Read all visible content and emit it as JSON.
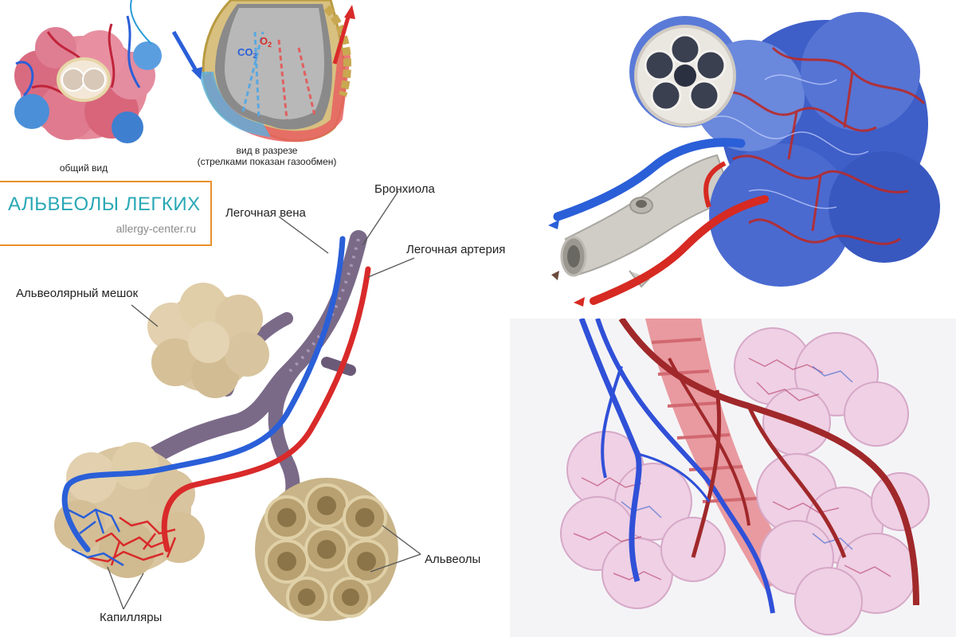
{
  "brand": {
    "title": "АЛЬВЕОЛЫ ЛЕГКИХ",
    "site": "allergy-center.ru",
    "accent_color": "#28a8b5",
    "frame_color": "#e8902a"
  },
  "top_left": {
    "caption_general": "общий вид",
    "caption_section_line1": "вид в разрезе",
    "caption_section_line2": "(стрелками показан газообмен)",
    "co2_label": "CO",
    "co2_sub": "2",
    "o2_label": "O",
    "o2_sub": "2"
  },
  "labels": {
    "bronchiole": "Бронхиола",
    "pulmonary_vein": "Легочная вена",
    "pulmonary_artery": "Легочная артерия",
    "alveolar_sac": "Альвеолярный мешок",
    "alveoli": "Альвеолы",
    "capillaries": "Капилляры"
  },
  "colors": {
    "vein": "#2a5fd8",
    "artery": "#d92a2a",
    "tissue": "#d9c5a0",
    "bronchiole": "#7a6a88",
    "background_panel": "#f4f4f6"
  }
}
